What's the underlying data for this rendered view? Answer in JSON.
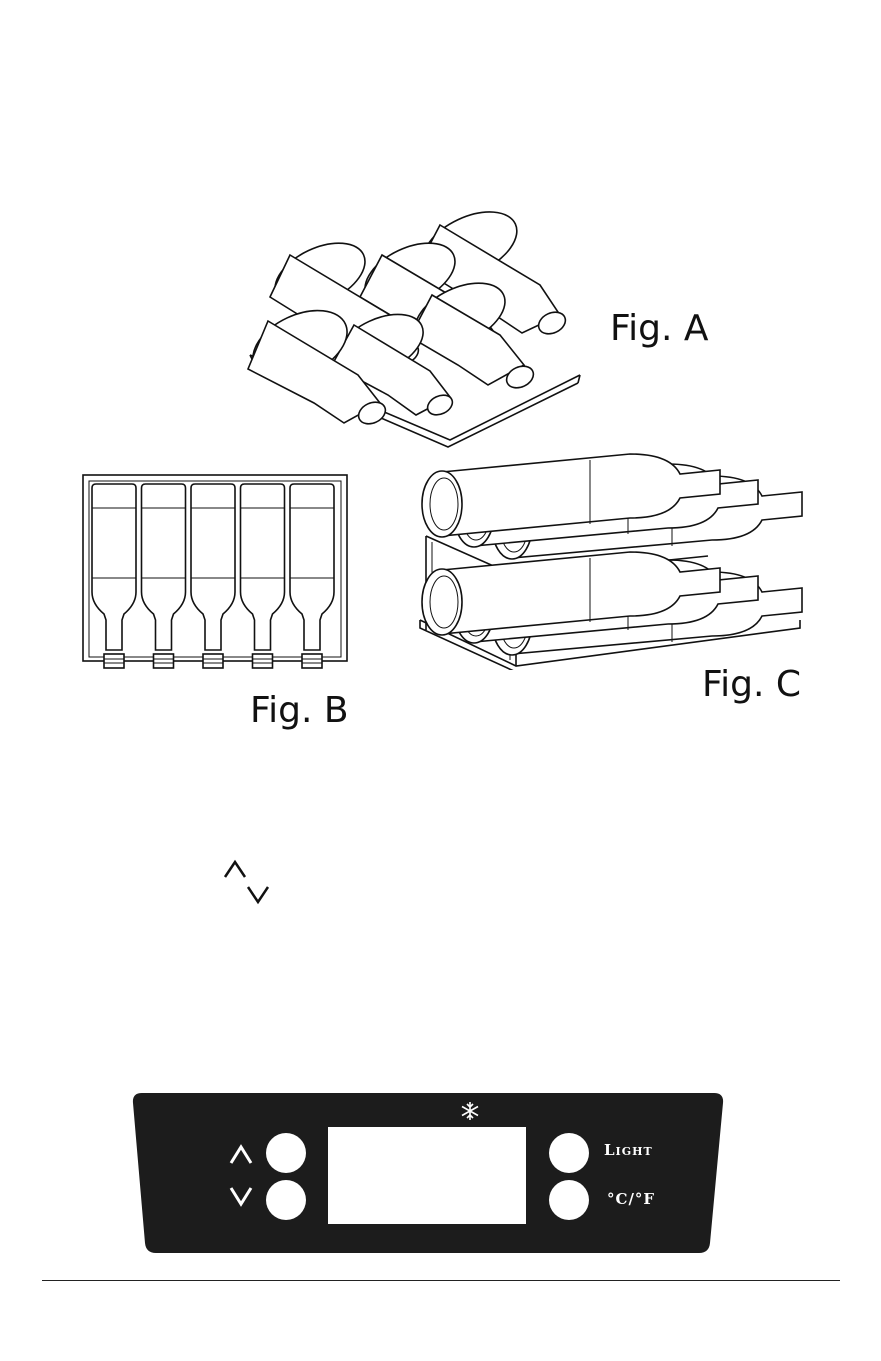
{
  "figures": {
    "fig_a": {
      "label": "Fig. A"
    },
    "fig_b": {
      "label": "Fig. B"
    },
    "fig_c": {
      "label": "Fig. C"
    }
  },
  "arrows": {
    "up_icon": "chevron-up-icon",
    "down_icon": "chevron-down-icon"
  },
  "control_panel": {
    "snowflake_icon": "snowflake-icon",
    "light_label": "Light",
    "unit_label": "°C/°F",
    "panel_color": "#1c1c1c",
    "button_color": "#ffffff"
  }
}
